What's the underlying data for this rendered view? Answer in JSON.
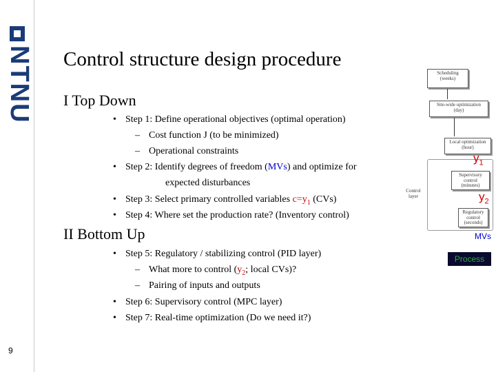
{
  "sidebar": {
    "logo_text": "NTNU",
    "page_number": "9"
  },
  "title": "Control structure design procedure",
  "sections": [
    {
      "heading": "I   Top Down",
      "items": [
        {
          "level": 1,
          "text": "Step 1: Define operational objectives (optimal operation)"
        },
        {
          "level": 2,
          "text": "Cost function J (to be minimized)"
        },
        {
          "level": 2,
          "text": "Operational constraints"
        },
        {
          "level": 1,
          "pre": "Step 2: Identify degrees of freedom (",
          "highlight": "MVs",
          "post": ") and optimize for"
        },
        {
          "level": 0,
          "text": "expected disturbances"
        },
        {
          "level": 1,
          "pre": "Step 3: Select primary controlled variables ",
          "highlight": "c=y",
          "sub": "1",
          "post": " (CVs)"
        },
        {
          "level": 1,
          "text": "Step 4: Where set the production rate? (Inventory control)"
        }
      ]
    },
    {
      "heading": "II Bottom Up",
      "items": [
        {
          "level": 1,
          "text": "Step 5: Regulatory / stabilizing control (PID layer)"
        },
        {
          "level": 2,
          "pre": "What more to control (",
          "highlight": "y",
          "sub": "2",
          "post": "; local CVs)?"
        },
        {
          "level": 2,
          "text": "Pairing of inputs and outputs"
        },
        {
          "level": 1,
          "text": "Step 6: Supervisory control (MPC layer)"
        },
        {
          "level": 1,
          "text": "Step 7: Real-time optimization (Do we need it?)"
        }
      ]
    }
  ],
  "diagram": {
    "boxes": [
      {
        "label": "Scheduling",
        "sublabel": "(weeks)"
      },
      {
        "label": "Site-wide optimization",
        "sublabel": "(day)"
      },
      {
        "label": "Local optimization",
        "sublabel": "(hour)"
      },
      {
        "label": "Supervisory control",
        "sublabel": "(minutes)"
      },
      {
        "label": "Regulatory control",
        "sublabel": "(seconds)"
      }
    ],
    "control_layer_label": "Control layer",
    "y1_label": "y",
    "y1_sub": "1",
    "y2_label": "y",
    "y2_sub": "2",
    "mvs_label": "MVs",
    "process_label": "Process",
    "colors": {
      "highlight_red": "#cc0000",
      "highlight_blue": "#0000cc",
      "process_bg": "#0a0a2e",
      "process_text": "#33aa44",
      "logo": "#1b3b78"
    }
  }
}
